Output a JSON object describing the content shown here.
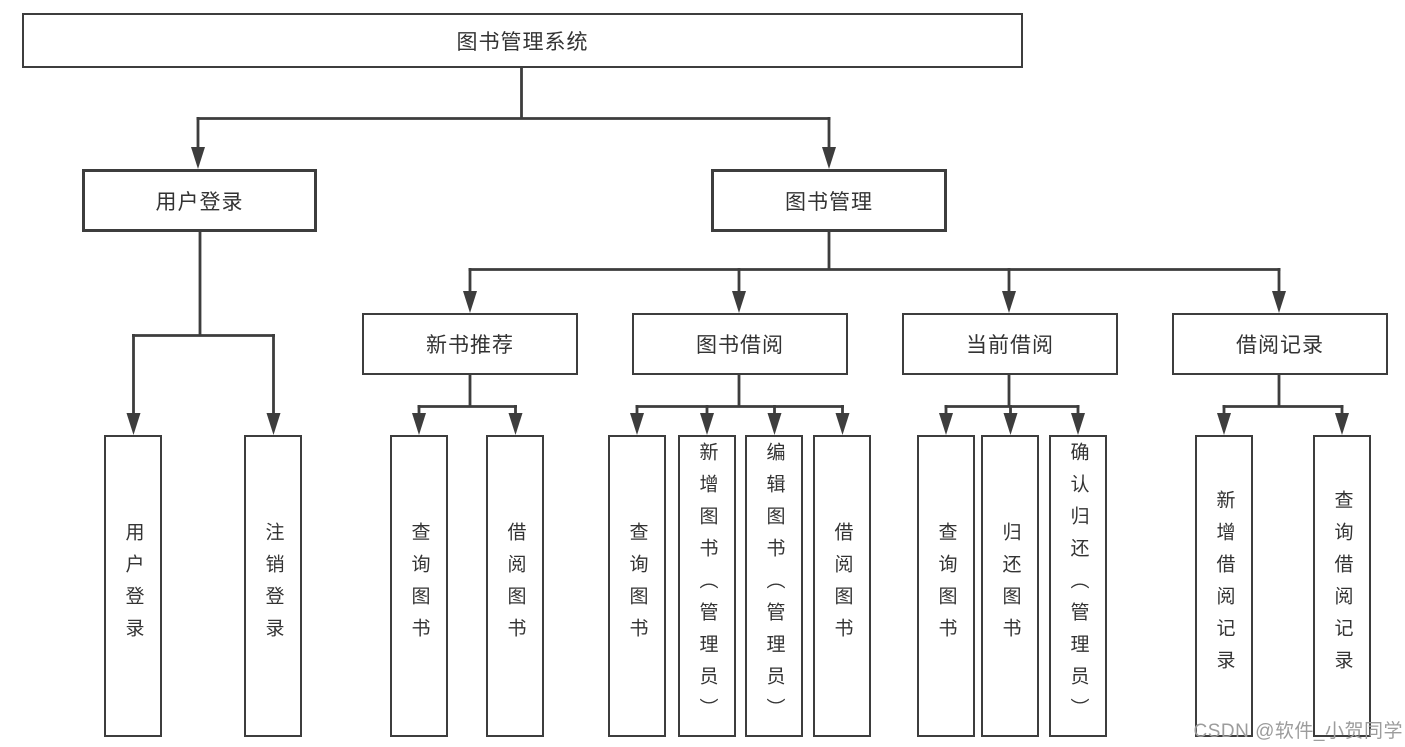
{
  "colors": {
    "line": "#3d3d3d",
    "box_border": "#3d3d3d",
    "text": "#333333",
    "background": "#ffffff",
    "watermark": "#9c9c9c"
  },
  "watermark": {
    "text": "CSDN @软件_小贺同学"
  },
  "tree": {
    "root": {
      "label": "图书管理系统"
    },
    "branches": [
      {
        "label": "用户登录",
        "children": [
          {
            "label": "用户登录"
          },
          {
            "label": "注销登录"
          }
        ]
      },
      {
        "label": "图书管理",
        "children": [
          {
            "label": "新书推荐",
            "children": [
              {
                "label": "查询图书"
              },
              {
                "label": "借阅图书"
              }
            ]
          },
          {
            "label": "图书借阅",
            "children": [
              {
                "label": "查询图书"
              },
              {
                "label": "新增图书（管理员）"
              },
              {
                "label": "编辑图书（管理员）"
              },
              {
                "label": "借阅图书"
              }
            ]
          },
          {
            "label": "当前借阅",
            "children": [
              {
                "label": "查询图书"
              },
              {
                "label": "归还图书"
              },
              {
                "label": "确认归还（管理员）"
              }
            ]
          },
          {
            "label": "借阅记录",
            "children": [
              {
                "label": "新增借阅记录"
              },
              {
                "label": "查询借阅记录"
              }
            ]
          }
        ]
      }
    ]
  }
}
